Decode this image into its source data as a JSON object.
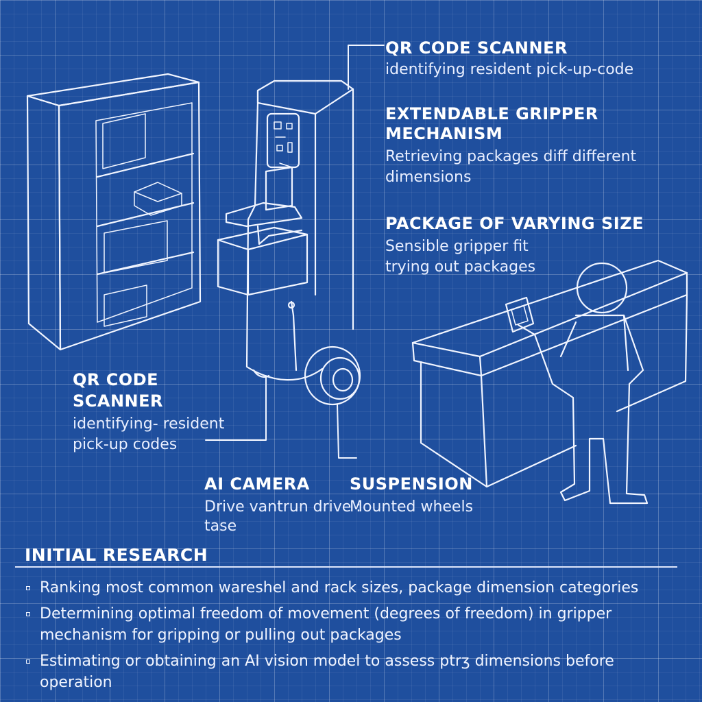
{
  "callouts": {
    "qr_top": {
      "title": "QR CODE SCANNER",
      "desc": "identifying resident pick-up-code"
    },
    "gripper": {
      "title_line1": "EXTENDABLE GRIPPER",
      "title_line2": "MECHANISM",
      "desc_line1": "Retrieving packages diff different",
      "desc_line2": "dimensions"
    },
    "package": {
      "title": "PACKAGE OF VARYING SIZE",
      "desc_line1": "Sensible gripper fit",
      "desc_line2": "trying out packages"
    },
    "qr_left": {
      "title_line1": "QR CODE",
      "title_line2": "SCANNER",
      "desc_line1": "identifying- resident",
      "desc_line2": "pick-up codes"
    },
    "camera": {
      "title": "AI CAMERA",
      "desc_line1": "Drive vantrun drive :",
      "desc_line2": "tase"
    },
    "suspension": {
      "title": "SUSPENSION",
      "desc": "Mounted wheels"
    }
  },
  "research": {
    "title": "INITIAL RESEARCH",
    "items": [
      "Ranking most common wareshel and rack sizes, package dimension categories",
      "Determining optimal freedom of movement (degrees of freedom) in gripper mechanism for gripping or pulling out packages",
      "Estimating or obtaining an AI vision model to assess ptrӡ dimensions before operation"
    ]
  },
  "colors": {
    "background": "#1f4f9e",
    "line": "#f1f5ff",
    "grid": "#5d83c4"
  },
  "icons": [
    "shelf-drawing",
    "robot-drawing",
    "counter-drawing",
    "person-drawing",
    "qr-code-icon",
    "phone-icon"
  ]
}
